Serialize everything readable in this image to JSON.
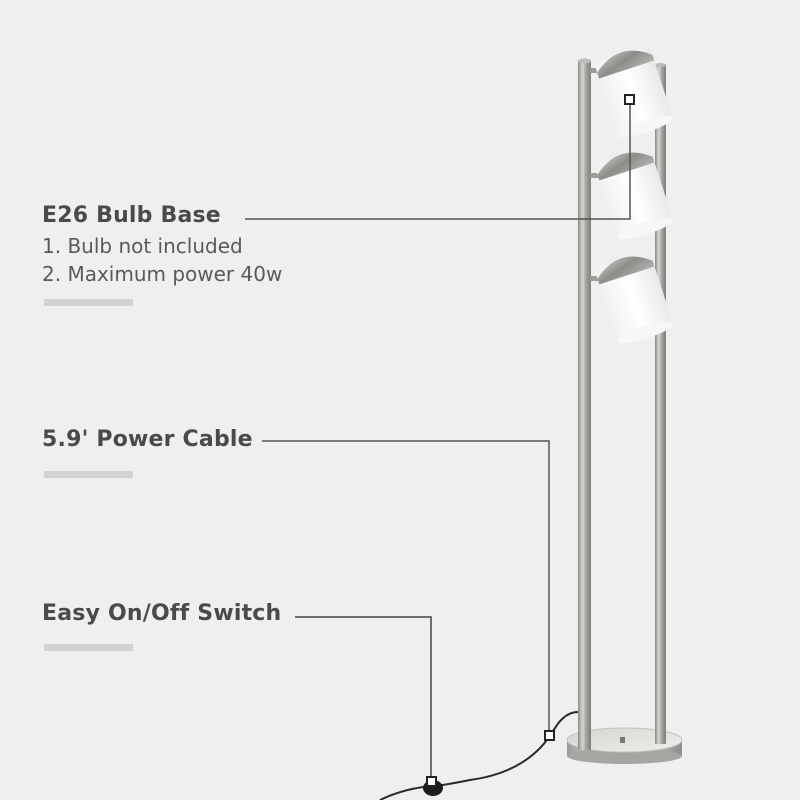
{
  "features": [
    {
      "title": "E26 Bulb Base",
      "details": [
        "1. Bulb not included",
        "2. Maximum power 40w"
      ]
    },
    {
      "title": "5.9' Power Cable",
      "details": []
    },
    {
      "title": "Easy On/Off Switch",
      "details": []
    }
  ],
  "colors": {
    "background": "#efefef",
    "title_text": "#4a4a4a",
    "detail_text": "#5a5a5a",
    "underline_bar": "#d2d2d2",
    "callout_line": "#555555",
    "metal": "#a9a7a4",
    "shade": "#ffffff"
  },
  "product": {
    "name": "three-light floor lamp",
    "lights_count": 3
  }
}
